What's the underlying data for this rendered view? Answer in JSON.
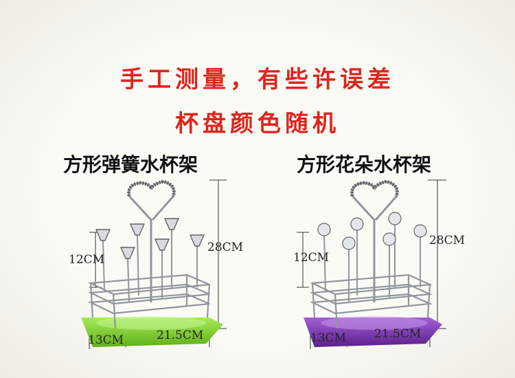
{
  "headline": {
    "line1": "手工测量，有些许误差",
    "line2": "杯盘颜色随机"
  },
  "products": [
    {
      "title": "方形弹簧水杯架",
      "tray_color": "#7ed12a",
      "dims": {
        "height": "28CM",
        "holder": "12CM",
        "depth": "13CM",
        "width": "21.5CM"
      }
    },
    {
      "title": "方形花朵水杯架",
      "tray_color": "#7a2fb0",
      "dims": {
        "height": "28CM",
        "holder": "12CM",
        "depth": "13CM",
        "width": "21.5CM"
      }
    }
  ],
  "colors": {
    "headline": "#e0241b",
    "metal": "#9aa0a6"
  }
}
